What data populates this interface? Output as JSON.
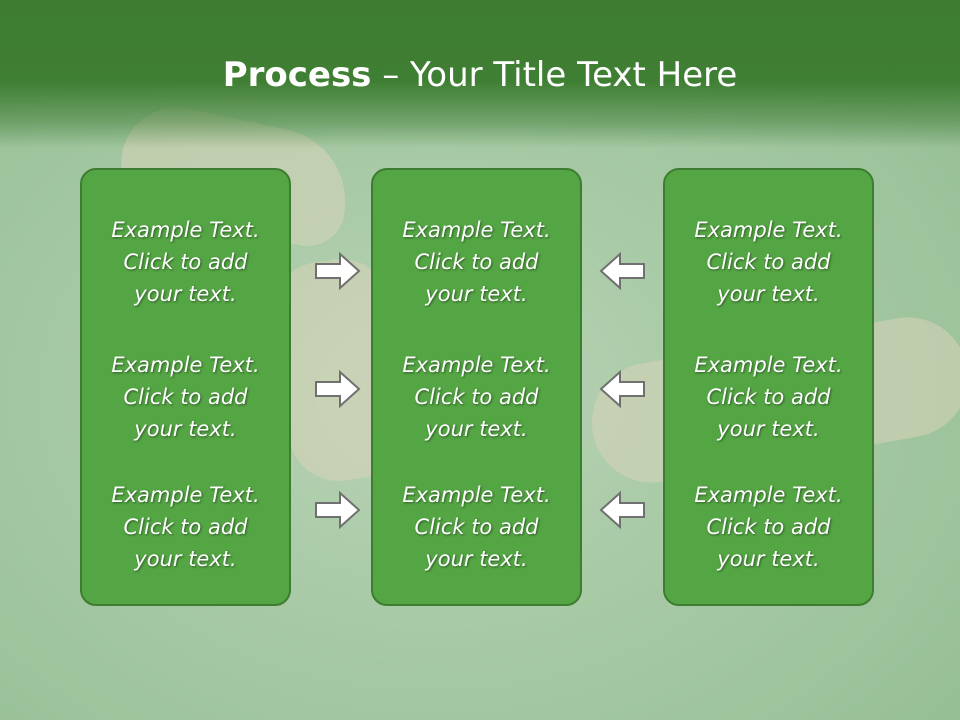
{
  "slide": {
    "title_bold": "Process",
    "title_rest": " – Your Title Text Here"
  },
  "columns": [
    {
      "items": [
        {
          "l1": "Example Text.",
          "l2": "Click  to add",
          "l3": "your text."
        },
        {
          "l1": "Example Text.",
          "l2": "Click  to add",
          "l3": "your text."
        },
        {
          "l1": "Example Text.",
          "l2": "Click  to add",
          "l3": "your text."
        }
      ]
    },
    {
      "items": [
        {
          "l1": "Example Text.",
          "l2": "Click  to add",
          "l3": "your text."
        },
        {
          "l1": "Example Text.",
          "l2": "Click  to add",
          "l3": "your text."
        },
        {
          "l1": "Example Text.",
          "l2": "Click  to add",
          "l3": "your text."
        }
      ]
    },
    {
      "items": [
        {
          "l1": "Example Text.",
          "l2": "Click  to add",
          "l3": "your text."
        },
        {
          "l1": "Example Text.",
          "l2": "Click  to add",
          "l3": "your text."
        },
        {
          "l1": "Example Text.",
          "l2": "Click  to add",
          "l3": "your text."
        }
      ]
    }
  ],
  "arrows": {
    "left_side": "right-arrow-icon",
    "right_side": "left-arrow-icon"
  },
  "colors": {
    "header": "#3e7d31",
    "box_fill": "#54a544",
    "box_border": "#3e7d31",
    "text": "#ffffff",
    "arrow_fill": "#ffffff",
    "arrow_stroke": "#707070"
  }
}
